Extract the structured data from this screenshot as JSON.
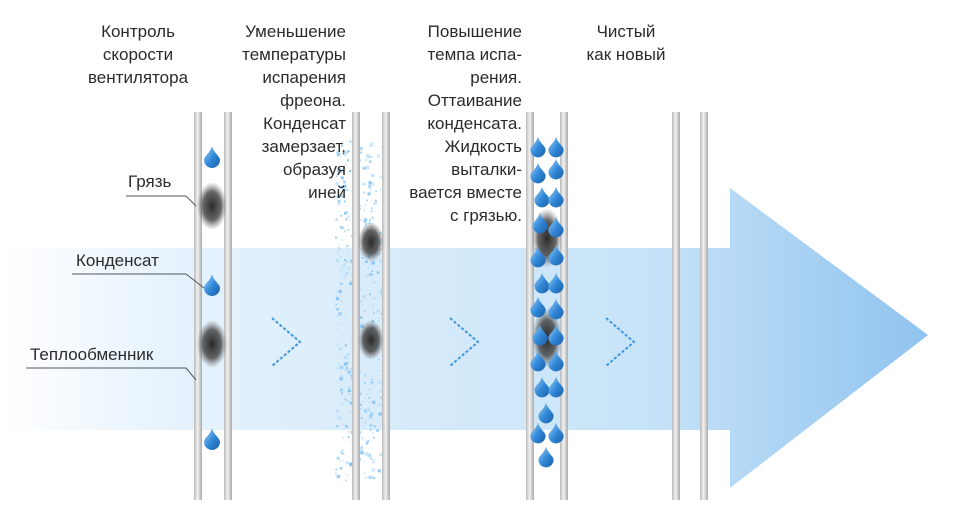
{
  "labels": {
    "fan_control": [
      "Контроль",
      "скорости",
      "вентилятора"
    ],
    "lower_temp": [
      "Уменьшение",
      "температуры",
      "испарения",
      "фреона.",
      "Конденсат",
      "замерзает,",
      "образуя",
      "иней"
    ],
    "raise_rate": [
      "Повышение",
      "темпа испа-",
      "рения.",
      "Оттаивание",
      "конденсата.",
      "Жидкость",
      "выталки-",
      "вается вместе",
      "с грязью."
    ],
    "clean": [
      "Чистый",
      "как новый"
    ]
  },
  "callouts": {
    "dirt": "Грязь",
    "condensate": "Конденсат",
    "heat_exchanger": "Теплообменник"
  },
  "colors": {
    "arrow_light": "#e6f3fd",
    "arrow_dark": "#8fc3ef",
    "drop": "#2f86d6",
    "frost": "#9fd0f5",
    "dirt": "#3a3a3a",
    "plate": "#d9d9d9",
    "text": "#2b2b2b"
  }
}
